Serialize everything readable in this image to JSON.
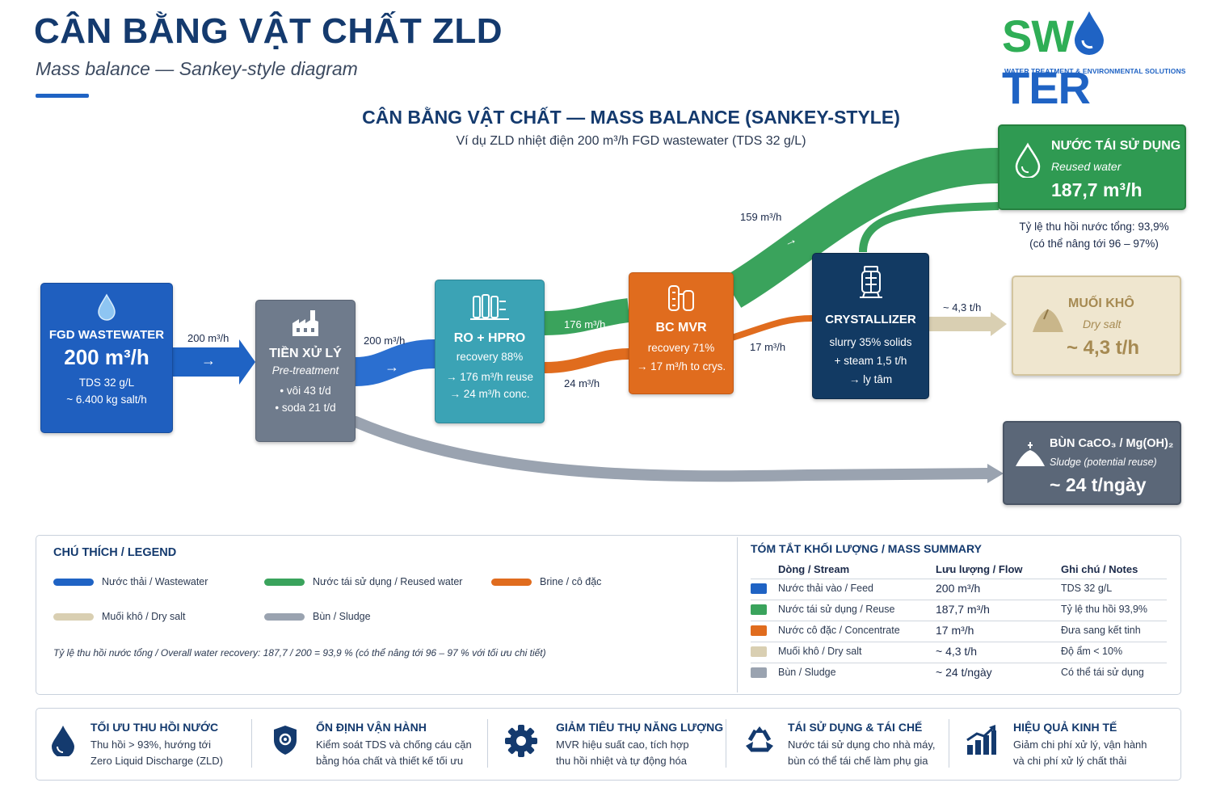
{
  "header": {
    "title": "CÂN BẰNG VẬT CHẤT ZLD",
    "subtitle": "Mass balance — Sankey-style diagram"
  },
  "logo": {
    "word_part1": "SW",
    "word_part2": "TER",
    "tagline": "WATER TREATMENT & ENVIRONMENTAL SOLUTIONS"
  },
  "diagram": {
    "title": "CÂN BẰNG VẬT CHẤT — MASS BALANCE (SANKEY-STYLE)",
    "subtitle": "Ví dụ ZLD nhiệt điện 200 m³/h FGD wastewater (TDS 32 g/L)"
  },
  "colors": {
    "wastewater": "#1f63c4",
    "reused": "#3aa35c",
    "brine": "#e06c1e",
    "salt": "#d9cfb2",
    "sludge": "#9aa3b0",
    "pretreat": "#6f7b8c",
    "ro": "#3ba3b5",
    "crystallizer": "#123a63",
    "sludge_box": "#5b6778"
  },
  "nodes": {
    "feed": {
      "title": "FGD WASTEWATER",
      "value": "200 m³/h",
      "line1": "TDS 32 g/L",
      "line2": "~ 6.400 kg salt/h"
    },
    "pretreat": {
      "title": "TIỀN XỬ LÝ",
      "subtitle": "Pre-treatment",
      "line1": "• vôi 43 t/d",
      "line2": "• soda 21 t/d"
    },
    "ro": {
      "title": "RO + HPRO",
      "line1": "recovery 88%",
      "line2": "→ 176 m³/h reuse",
      "line3": "→ 24 m³/h conc."
    },
    "mvr": {
      "title": "BC MVR",
      "line1": "recovery 71%",
      "line2": "→ 17 m³/h to crys."
    },
    "crys": {
      "title": "CRYSTALLIZER",
      "line1": "slurry 35% solids",
      "line2": "+ steam 1,5 t/h",
      "line3": "→ ly tâm"
    },
    "reuse": {
      "title": "NƯỚC TÁI SỬ DỤNG",
      "subtitle": "Reused water",
      "value": "187,7 m³/h"
    },
    "salt": {
      "title": "MUỐI KHÔ",
      "subtitle": "Dry salt",
      "value": "~ 4,3 t/h"
    },
    "sludge": {
      "title": "BÙN CaCO₃ / Mg(OH)₂",
      "subtitle": "Sludge (potential reuse)",
      "value": "~ 24 t/ngày"
    }
  },
  "flows": {
    "feed_to_pre": "200 m³/h",
    "pre_to_ro": "200 m³/h",
    "ro_permeate": "176 m³/h",
    "ro_conc": "24 m³/h",
    "mvr_to_reuse": "159 m³/h",
    "mvr_to_crys": "17 m³/h",
    "crys_to_salt": "~ 4,3 t/h"
  },
  "reuse_note": {
    "line1": "Tỷ lệ thu hồi nước tổng: 93,9%",
    "line2": "(có thể nâng tới 96 – 97%)"
  },
  "legend": {
    "title": "CHÚ THÍCH / LEGEND",
    "items": [
      {
        "label": "Nước thải / Wastewater"
      },
      {
        "label": "Nước tái sử dụng / Reused water"
      },
      {
        "label": "Brine / cô đặc"
      },
      {
        "label": "Muối khô / Dry salt"
      },
      {
        "label": "Bùn / Sludge"
      }
    ],
    "note": "Tỷ lệ thu hồi nước tổng / Overall water recovery: 187,7 / 200 = 93,9 % (có thể nâng tới 96 – 97 % với tối ưu chi tiết)"
  },
  "summary": {
    "title": "TÓM TẮT KHỐI LƯỢNG / MASS SUMMARY",
    "headers": [
      "Dòng / Stream",
      "Lưu lượng / Flow",
      "Ghi chú / Notes"
    ],
    "rows": [
      {
        "stream": "Nước thải vào / Feed",
        "flow": "200 m³/h",
        "note": "TDS 32 g/L"
      },
      {
        "stream": "Nước tái sử dụng / Reuse",
        "flow": "187,7 m³/h",
        "note": "Tỷ lệ thu hồi 93,9%"
      },
      {
        "stream": "Nước cô đặc / Concentrate",
        "flow": "17 m³/h",
        "note": "Đưa sang kết tinh"
      },
      {
        "stream": "Muối khô / Dry salt",
        "flow": "~ 4,3 t/h",
        "note": "Độ ẩm < 10%"
      },
      {
        "stream": "Bùn / Sludge",
        "flow": "~ 24 t/ngày",
        "note": "Có thể tái sử dụng"
      }
    ]
  },
  "benefits": [
    {
      "title": "TỐI ƯU THU HỒI NƯỚC",
      "line1": "Thu hồi > 93%, hướng tới",
      "line2": "Zero Liquid Discharge (ZLD)",
      "icon": "water-drop-icon"
    },
    {
      "title": "ỔN ĐỊNH VẬN HÀNH",
      "line1": "Kiểm soát TDS và chống cáu cặn",
      "line2": "bằng hóa chất và thiết kế tối ưu",
      "icon": "shield-gear-icon"
    },
    {
      "title": "GIẢM TIÊU THỤ NĂNG LƯỢNG",
      "line1": "MVR hiệu suất cao, tích hợp",
      "line2": "thu hồi nhiệt và tự động hóa",
      "icon": "gear-icon"
    },
    {
      "title": "TÁI SỬ DỤNG & TÁI CHẾ",
      "line1": "Nước tái sử dụng cho nhà máy,",
      "line2": "bùn có thể tái chế làm phụ gia",
      "icon": "recycle-icon"
    },
    {
      "title": "HIỆU QUẢ KINH TẾ",
      "line1": "Giảm chi phí xử lý, vận hành",
      "line2": "và chi phí xử lý chất thải",
      "icon": "growth-chart-icon"
    }
  ]
}
